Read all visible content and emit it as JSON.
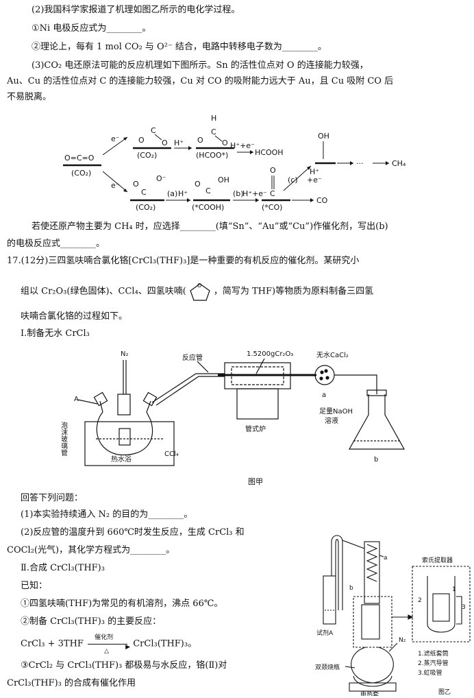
{
  "text": {
    "l1": "(2)我国科学家报道了机理如图乙所示的电化学过程。",
    "l2": "①Ni 电极反应式为________。",
    "l3": "②理论上，每有 1 mol CO₂ 与 O²⁻ 结合，电路中转移电子数为________。",
    "l4": "(3)CO₂ 电还原法可能的反应机理如下图所示。Sn 的活性位点对 O 的连接能力较强，",
    "l5": "Au、Cu 的活性位点对 C 的连接能力较强，Cu 对 CO 的吸附能力远大于 Au，且 Cu 吸附 CO 后",
    "l6": "不易脱离。",
    "l7": "若使还原产物主要为 CH₄ 时，应选择________(填“Sn”、“Au”或“Cu”)作催化剂，写出(b)",
    "l8": "的电极反应式________。",
    "l9": "17.(12分)三四氢呋喃合氯化铬[CrCl₃(THF)₃]是一种重要的有机反应的催化剂。某研究小",
    "l10a": "组以 Cr₂O₃(绿色固体)、CCl₄、四氢呋喃(",
    "l10b": "，简写为 THF)等物质为原料制备三四氢",
    "l11": "呋喃合氯化铬的过程如下。",
    "l12": "Ⅰ.制备无水 CrCl₃",
    "l13": "回答下列问题：",
    "l14": "(1)本实验持续通入 N₂ 的目的为________。",
    "l15": "(2)反应管的温度升到 660℃时发生反应，生成 CrCl₃ 和",
    "l16": "COCl₂(光气)，其化学方程式为________。",
    "l17": "Ⅱ.合成 CrCl₃(THF)₃",
    "l18": "已知：",
    "l19": "①四氢呋喃(THF)为常见的有机溶剂，沸点 66℃。",
    "l20": "②制备 CrCl₃(THF)₃ 的主要反应：",
    "l21a": "CrCl₃ + 3THF",
    "l21b": "CrCl₃(THF)₃。",
    "l21cat": "催化剂",
    "l21cond": "△",
    "l22": "③CrCl₂ 与 CrCl₃(THF)₃ 都极易与水反应，铬(Ⅱ)对",
    "l23": "CrCl₃(THF)₃ 的合成有催化作用"
  },
  "mech": {
    "co2": "O=C=O",
    "co2sub": "(CO₂)",
    "e1": "e⁻",
    "e2": "e⁻",
    "hplus": "H⁺",
    "hpluse": "H⁺+e⁻",
    "hcooh": "HCOOH",
    "hcoo": "(HCOO*)",
    "co2b": "(CO₂)",
    "co2c": "(CO₂)",
    "cooh": "(*COOH)",
    "co_ads": "(*CO)",
    "co": "CO",
    "ch4": "CH₄",
    "dots": "···",
    "la": "(a)",
    "lb": "(b)",
    "lc": "(c)",
    "oh": "OH",
    "h": "H",
    "o": "O",
    "c": "C",
    "ominus": "O⁻",
    "ha": "H⁺",
    "hbe": "H⁺+e⁻",
    "hce1": "H⁺",
    "hce2": "+e⁻"
  },
  "fig1": {
    "n2": "N₂",
    "tube": "反应管",
    "mass": "1.5200gCr₂O₃",
    "cacl2": "无水CaCl₂",
    "a_top": "A",
    "glass": "泡沫玻璃管",
    "ccl4": "CCl₄",
    "bath": "热水浴",
    "furnace": "管式炉",
    "a_label": "a",
    "naoh1": "足量NaOH",
    "naoh2": "溶液",
    "b_label": "b",
    "caption": "图甲"
  },
  "fig2": {
    "a": "a",
    "b": "b",
    "reagent": "试剂A",
    "flask": "双颈烧瓶",
    "n2": "N₂",
    "heater": "电热套",
    "extractor": "索氏提取器",
    "n1": "1",
    "n2n": "2",
    "n3": "3",
    "leg1": "1.滤纸套筒",
    "leg2": "2.蒸汽导管",
    "leg3": "3.虹吸管",
    "caption": "图乙"
  }
}
